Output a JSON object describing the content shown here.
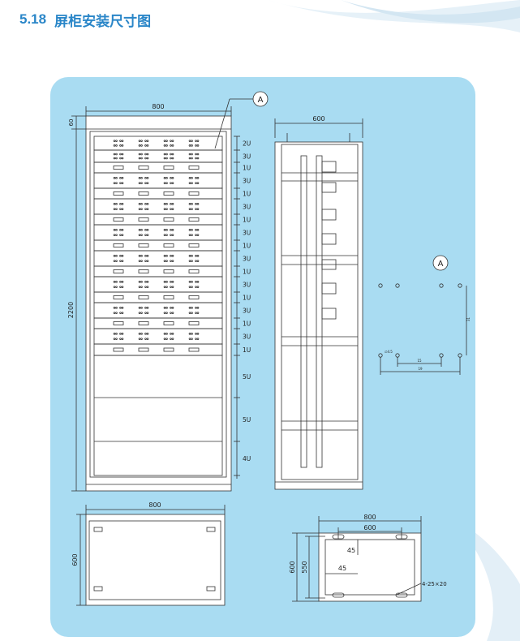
{
  "header": {
    "section_number": "5.18",
    "section_title": "屏柜安装尺寸图"
  },
  "colors": {
    "accent": "#2a86c8",
    "panel": "#a9dcf2",
    "line": "#333333"
  },
  "front_view": {
    "width_label": "800",
    "height_label": "2200",
    "top_label": "60",
    "callout": "A",
    "units": [
      "2U",
      "3U",
      "1U",
      "3U",
      "1U",
      "3U",
      "1U",
      "3U",
      "1U",
      "3U",
      "1U",
      "3U",
      "1U",
      "3U",
      "1U",
      "3U",
      "1U",
      "5U",
      "5U",
      "4U"
    ]
  },
  "side_view": {
    "width_label": "600"
  },
  "detail_a": {
    "callout": "A",
    "small_labels": [
      "∅4.5",
      "15",
      "19",
      "31"
    ]
  },
  "top_view": {
    "width_label": "800",
    "depth_label": "600"
  },
  "base_view": {
    "outer_width": "800",
    "inner_width": "600",
    "outer_depth": "600",
    "inner_depth": "550",
    "offset_v": "45",
    "offset_h": "45",
    "holes_label": "4-25×20"
  }
}
